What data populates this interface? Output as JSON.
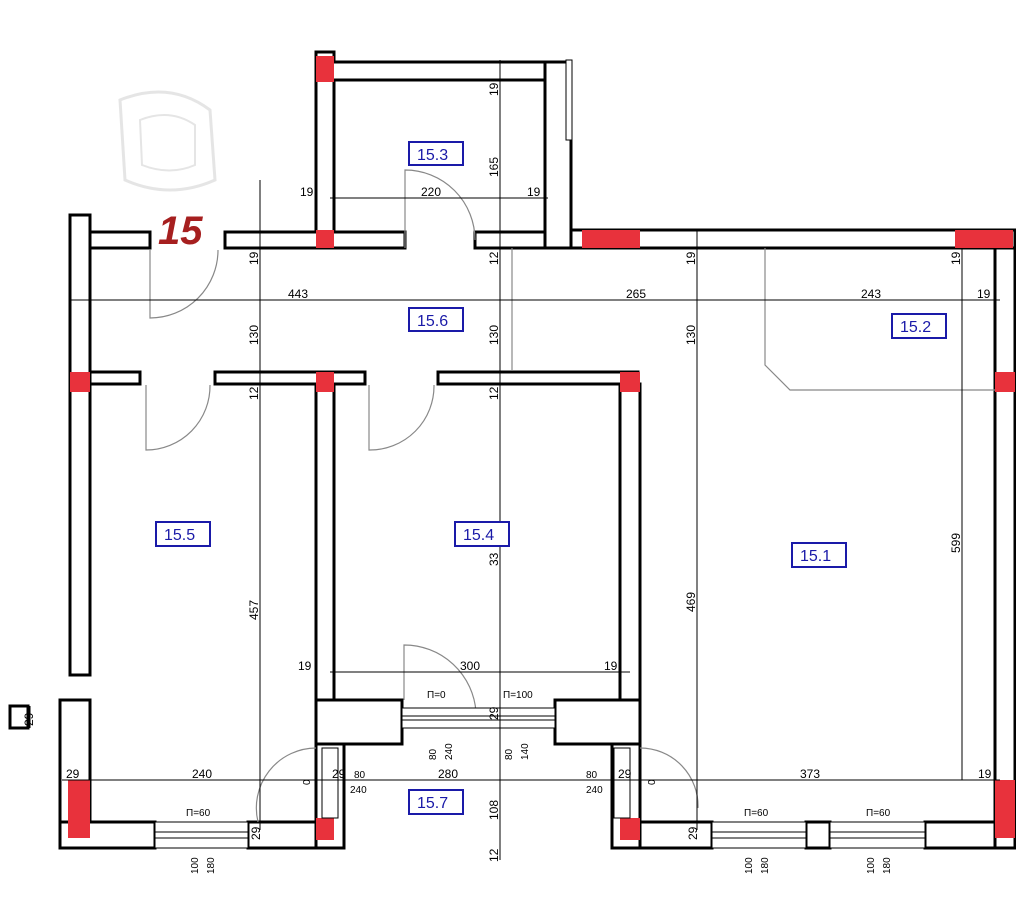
{
  "plan": {
    "apartment_number": "15",
    "colors": {
      "wall": "#000000",
      "column": "#e8323c",
      "room_label": "#1a1aa8",
      "apartment_label": "#a61f1f"
    },
    "rooms": [
      {
        "id": "r151",
        "label": "15.1"
      },
      {
        "id": "r152",
        "label": "15.2"
      },
      {
        "id": "r153",
        "label": "15.3"
      },
      {
        "id": "r154",
        "label": "15.4"
      },
      {
        "id": "r155",
        "label": "15.5"
      },
      {
        "id": "r156",
        "label": "15.6"
      },
      {
        "id": "r157",
        "label": "15.7"
      }
    ],
    "dimensions": {
      "d19a": "19",
      "d220": "220",
      "d19b": "19",
      "d165": "165",
      "d19c": "19",
      "d19d": "19",
      "d12a": "12",
      "d19e": "19",
      "d19f": "19",
      "d443": "443",
      "d265": "265",
      "d243": "243",
      "d19g": "19",
      "d130a": "130",
      "d130b": "130",
      "d130c": "130",
      "d12b": "12",
      "d12c": "12",
      "d457": "457",
      "d33": "33",
      "d469": "469",
      "d599": "599",
      "d19h": "19",
      "d300": "300",
      "d19i": "19",
      "d29a": "29",
      "d29b": "29",
      "d240a": "240",
      "d280": "280",
      "d373": "373",
      "d19j": "19",
      "d80a": "80",
      "d240b": "240",
      "d80b": "80",
      "d240c": "240",
      "d108": "108",
      "d12d": "12",
      "d29c": "29",
      "d29d": "29",
      "d29e": "29",
      "d29f": "29",
      "d0a": "0",
      "d0b": "0",
      "w_p0": "П=0",
      "w_p100": "П=100",
      "w_80a": "80",
      "w_240a": "240",
      "w_80b": "80",
      "w_140": "140",
      "p60a": "П=60",
      "p60b": "П=60",
      "p60c": "П=60",
      "h100a": "100",
      "h180a": "180",
      "h100b": "100",
      "h180b": "180",
      "h100c": "100",
      "h180c": "180"
    }
  }
}
